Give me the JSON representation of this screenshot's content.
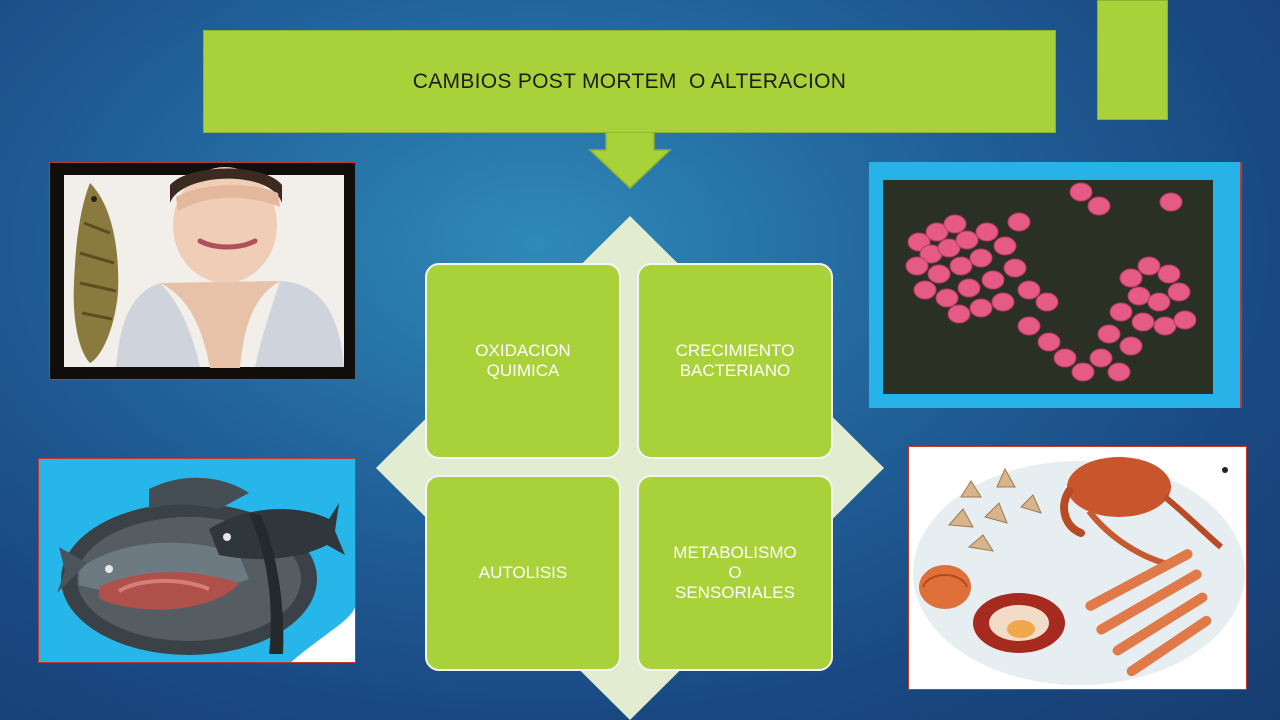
{
  "title": "CAMBIOS POST MORTEM  O ALTERACION",
  "colors": {
    "accent_green": "#a9d13a",
    "diamond_fill": "#e2ecd0",
    "background": "#1f5a92",
    "cell_text": "#ffffff"
  },
  "matrix": {
    "top_left": "OXIDACION\nQUIMICA",
    "top_right": "CRECIMIENTO\nBACTERIANO",
    "bottom_left": "AUTOLISIS",
    "bottom_right": "METABOLISMO\nO\nSENSORIALES"
  },
  "icons": {
    "arrow": "down-arrow-icon",
    "bullet": "bullet-dot-icon"
  }
}
